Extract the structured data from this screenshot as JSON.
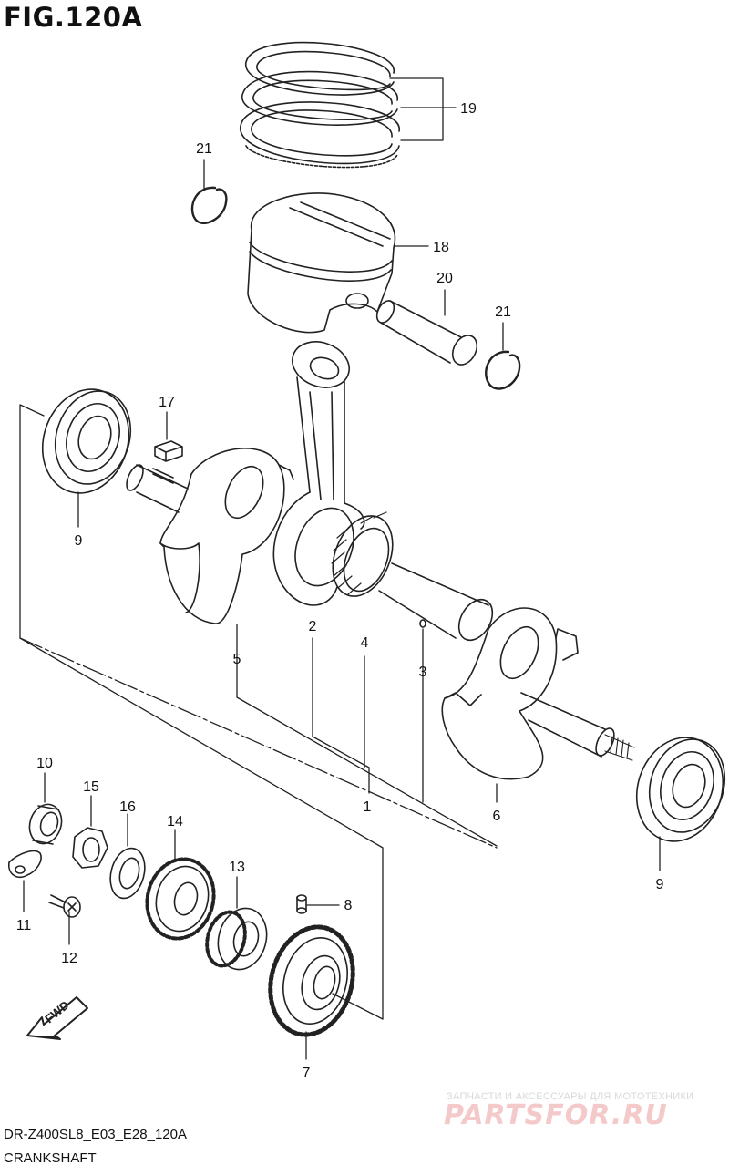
{
  "figure": {
    "title": "FIG.120A",
    "code": "DR-Z400SL8_E03_E28_120A",
    "name": "CRANKSHAFT"
  },
  "watermark": {
    "tagline": "ЗАПЧАСТИ И АКСЕССУАРЫ ДЛЯ МОТОТЕХНИКИ",
    "brand": "PARTSFOR.RU"
  },
  "arrow": {
    "label": "FWD"
  },
  "callouts": {
    "c1": "1",
    "c2": "2",
    "c3": "3",
    "c4": "4",
    "c5": "5",
    "c6": "6",
    "c7": "7",
    "c8": "8",
    "c9a": "9",
    "c9b": "9",
    "c10": "10",
    "c11": "11",
    "c12": "12",
    "c13": "13",
    "c14": "14",
    "c15": "15",
    "c16": "16",
    "c17": "17",
    "c18": "18",
    "c19": "19",
    "c20": "20",
    "c21a": "21",
    "c21b": "21"
  },
  "colors": {
    "line": "#222222",
    "watermark": "#f4c9c9"
  }
}
